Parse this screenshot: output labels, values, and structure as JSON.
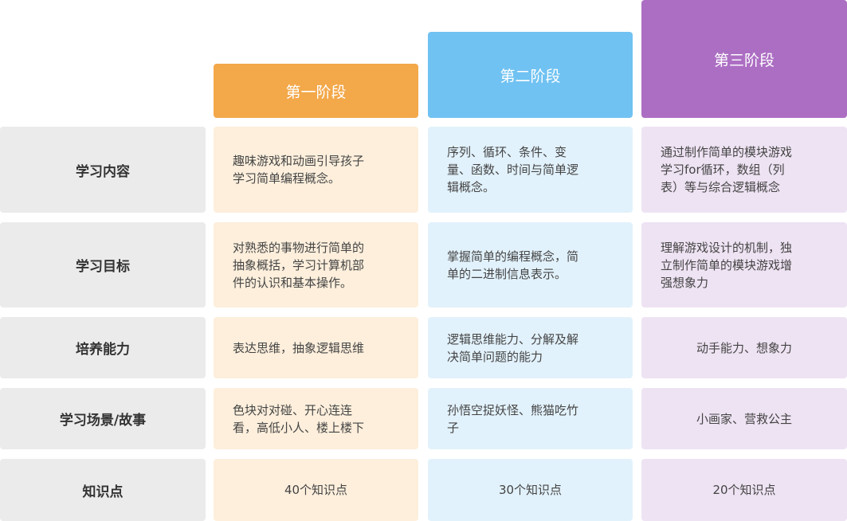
{
  "colors": {
    "stage1": "#f3a84a",
    "stage2": "#70c2f2",
    "stage3": "#ac6ec3",
    "stage1_cell": "#fdefdc",
    "stage2_cell": "#e2f2fc",
    "stage3_cell": "#eee3f3",
    "label_cell": "#ebebeb"
  },
  "stages": [
    {
      "label": "第一阶段"
    },
    {
      "label": "第二阶段"
    },
    {
      "label": "第三阶段"
    }
  ],
  "rows": [
    {
      "label": "学习内容",
      "cells": [
        "趣味游戏和动画引导孩子\n学习简单编程概念。",
        "序列、循环、条件、变\n量、函数、时间与简单逻\n辑概念。",
        "通过制作简单的模块游戏\n学习for循环，数组（列\n表）等与综合逻辑概念"
      ]
    },
    {
      "label": "学习目标",
      "cells": [
        "对熟悉的事物进行简单的\n抽象概括，学习计算机部\n件的认识和基本操作。",
        "掌握简单的编程概念，简\n单的二进制信息表示。",
        "理解游戏设计的机制，独\n立制作简单的模块游戏增\n强想象力"
      ]
    },
    {
      "label": "培养能力",
      "cells": [
        "表达思维，抽象逻辑思维",
        "逻辑思维能力、分解及解\n决简单问题的能力",
        "动手能力、想象力"
      ]
    },
    {
      "label": "学习场景/故事",
      "cells": [
        "色块对对碰、开心连连\n看，高低小人、楼上楼下",
        "孙悟空捉妖怪、熊猫吃竹\n子",
        "小画家、营救公主"
      ]
    },
    {
      "label": "知识点",
      "cells": [
        "40个知识点",
        "30个知识点",
        "20个知识点"
      ]
    }
  ]
}
